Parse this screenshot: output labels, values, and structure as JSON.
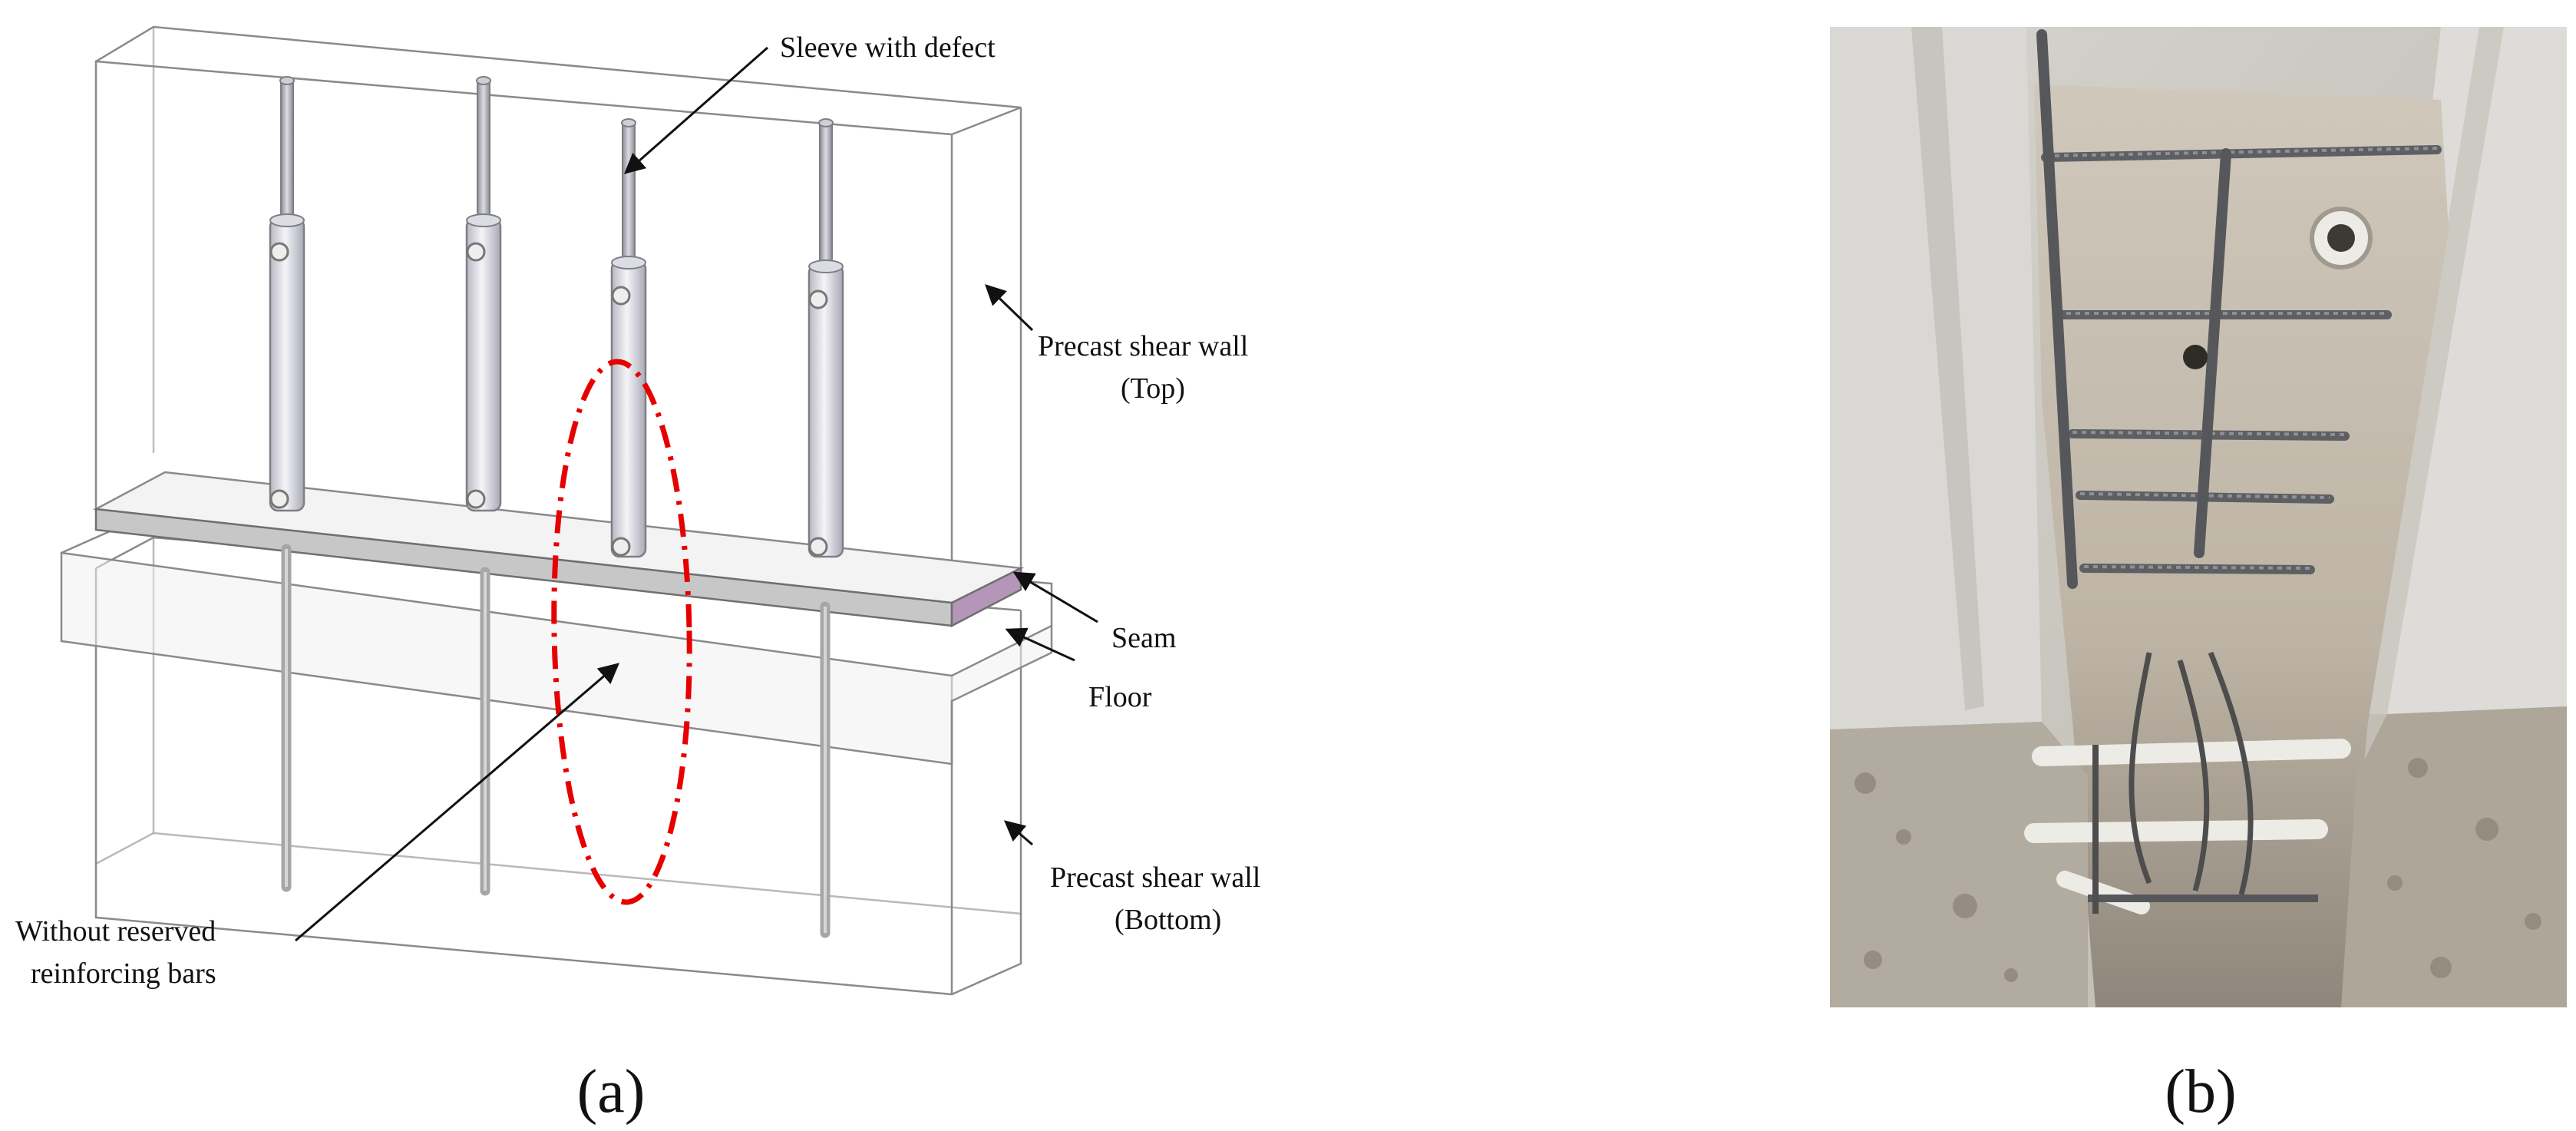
{
  "diagram": {
    "labels": {
      "sleeve_with_defect": "Sleeve with defect",
      "precast_top_line1": "Precast shear wall",
      "precast_top_line2": "(Top)",
      "seam": "Seam",
      "floor": "Floor",
      "precast_bottom_line1": "Precast shear wall",
      "precast_bottom_line2": "(Bottom)",
      "without_line1": "Without reserved",
      "without_line2": "reinforcing bars"
    },
    "highlight_color": "#e60000",
    "sleeve_count": 4
  },
  "captions": {
    "a": "(a)",
    "b": "(b)"
  },
  "photo": {
    "subject": "photograph of demolished wall joint showing rebars and sleeves"
  }
}
